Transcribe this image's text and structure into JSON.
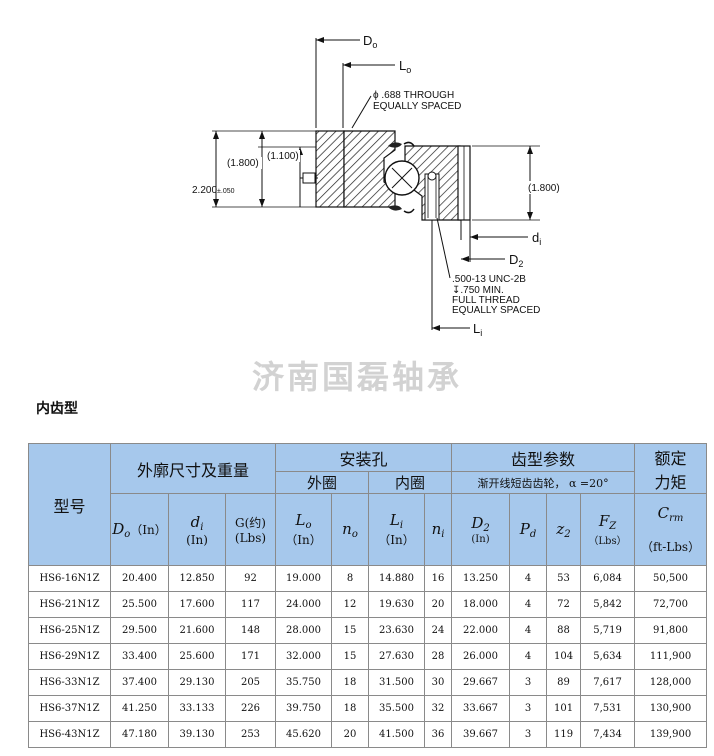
{
  "drawing": {
    "label_Do": "D",
    "label_Do_sub": "o",
    "label_Lo": "L",
    "label_Lo_sub": "o",
    "hole_note_line1": "ϕ .688 THROUGH",
    "hole_note_line2": "EQUALLY SPACED",
    "dim_1800_left": "(1.800)",
    "dim_1100": "(1.100)",
    "dim_2200": "2.200",
    "dim_2200_tol": "±.050",
    "dim_1800_right": "(1.800)",
    "label_di": "d",
    "label_di_sub": "i",
    "label_D2": "D",
    "label_D2_sub": "2",
    "thread_note_line1": ".500-13 UNC-2B",
    "thread_note_line2": "↧.750 MIN.",
    "thread_note_line3": "FULL THREAD",
    "thread_note_line4": "EQUALLY SPACED",
    "label_Li": "L",
    "label_Li_sub": "i"
  },
  "watermark": "济南国磊轴承",
  "section_title": "内齿型",
  "table": {
    "h_model": "型号",
    "h_outer_group": "外廓尺寸及重量",
    "h_mount_group": "安装孔",
    "h_outer_ring": "外圈",
    "h_inner_ring": "内圈",
    "h_gear_group": "齿型参数",
    "h_gear_note": "渐开线短齿齿轮， α =20°",
    "h_rated_line1": "额定",
    "h_rated_line2": "力矩",
    "c_Do": "D",
    "c_Do_sub": "o",
    "c_Do_unit": "（In）",
    "c_di": "d",
    "c_di_sub": "i",
    "c_di_unit": "(In)",
    "c_G": "G(约)",
    "c_G_unit": "(Lbs)",
    "c_Lo": "L",
    "c_Lo_sub": "o",
    "c_Lo_unit": "（In）",
    "c_no": "n",
    "c_no_sub": "o",
    "c_Li": "L",
    "c_Li_sub": "i",
    "c_Li_unit": "（In）",
    "c_ni": "n",
    "c_ni_sub": "i",
    "c_D2": "D",
    "c_D2_sub": "2",
    "c_D2_unit": "(In)",
    "c_Pd": "P",
    "c_Pd_sub": "d",
    "c_z2": "z",
    "c_z2_sub": "2",
    "c_Fz": "F",
    "c_Fz_sub": "Z",
    "c_Fz_unit": "（Lbs）",
    "c_Crm": "C",
    "c_Crm_sub": "rm",
    "c_Crm_unit": "（ft-Lbs）",
    "rows": [
      [
        "HS6-16N1Z",
        "20.400",
        "12.850",
        "92",
        "19.000",
        "8",
        "14.880",
        "16",
        "13.250",
        "4",
        "53",
        "6,084",
        "50,500"
      ],
      [
        "HS6-21N1Z",
        "25.500",
        "17.600",
        "117",
        "24.000",
        "12",
        "19.630",
        "20",
        "18.000",
        "4",
        "72",
        "5,842",
        "72,700"
      ],
      [
        "HS6-25N1Z",
        "29.500",
        "21.600",
        "148",
        "28.000",
        "15",
        "23.630",
        "24",
        "22.000",
        "4",
        "88",
        "5,719",
        "91,800"
      ],
      [
        "HS6-29N1Z",
        "33.400",
        "25.600",
        "171",
        "32.000",
        "15",
        "27.630",
        "28",
        "26.000",
        "4",
        "104",
        "5,634",
        "111,900"
      ],
      [
        "HS6-33N1Z",
        "37.400",
        "29.130",
        "205",
        "35.750",
        "18",
        "31.500",
        "30",
        "29.667",
        "3",
        "89",
        "7,617",
        "128,000"
      ],
      [
        "HS6-37N1Z",
        "41.250",
        "33.133",
        "226",
        "39.750",
        "18",
        "35.500",
        "32",
        "33.667",
        "3",
        "101",
        "7,531",
        "130,900"
      ],
      [
        "HS6-43N1Z",
        "47.180",
        "39.130",
        "253",
        "45.620",
        "20",
        "41.500",
        "36",
        "39.667",
        "3",
        "119",
        "7,434",
        "139,900"
      ]
    ]
  }
}
